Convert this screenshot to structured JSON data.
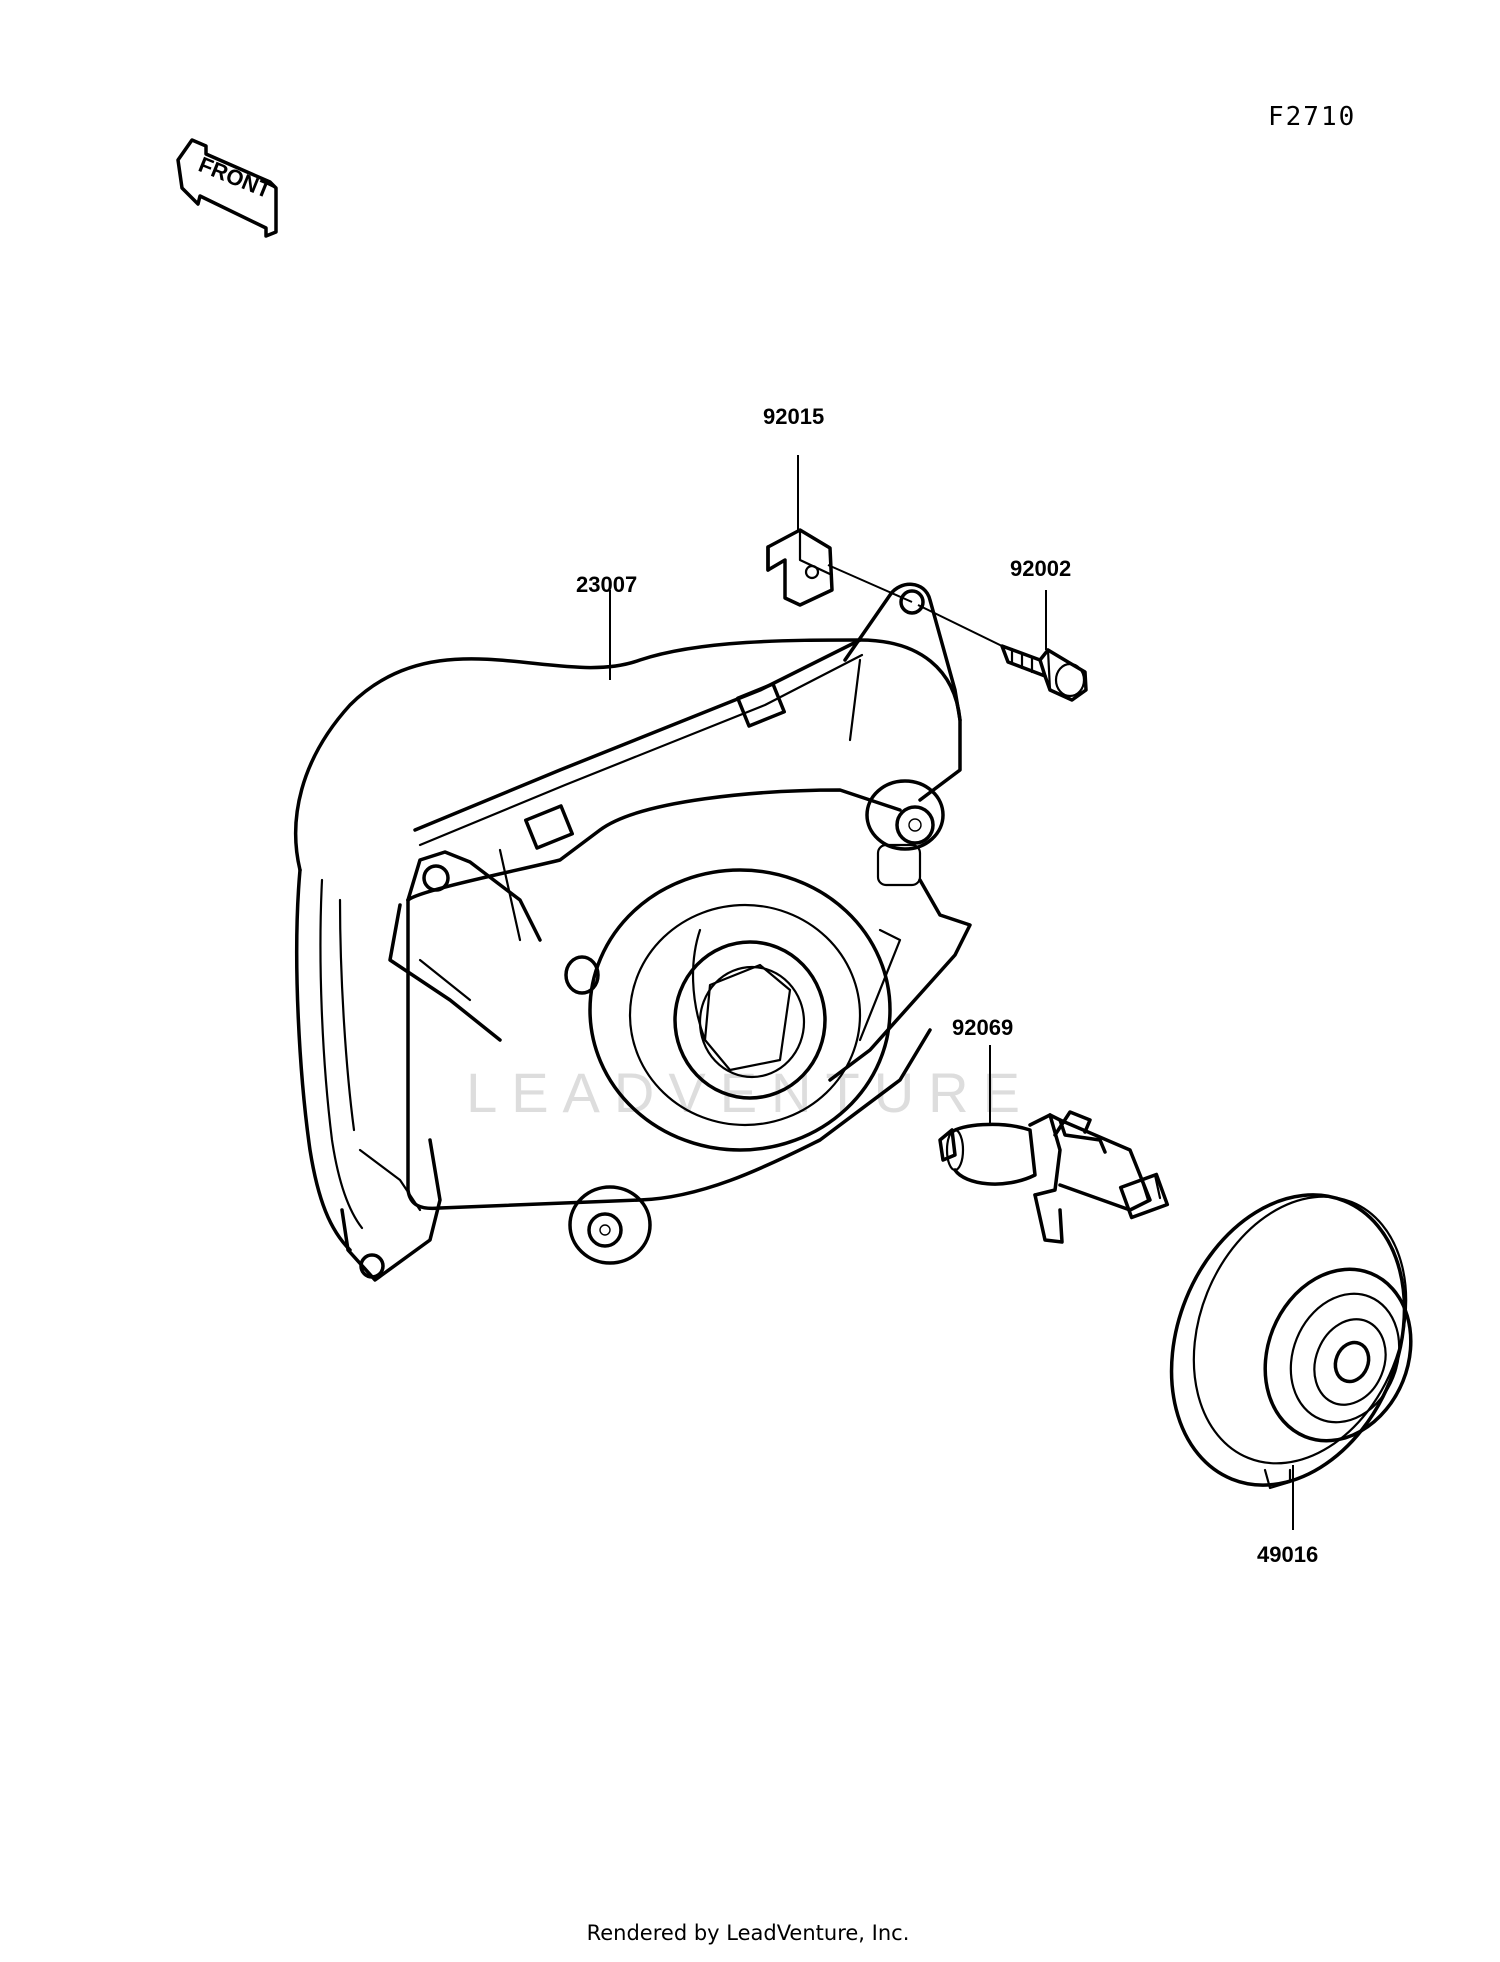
{
  "diagram_code": "F2710",
  "front_badge": "FRONT",
  "watermark": "LEADVENTURE",
  "parts": [
    {
      "id": "part-23007",
      "number": "23007"
    },
    {
      "id": "part-92015",
      "number": "92015"
    },
    {
      "id": "part-92002",
      "number": "92002"
    },
    {
      "id": "part-92069",
      "number": "92069"
    },
    {
      "id": "part-49016",
      "number": "49016"
    }
  ],
  "footer": "Rendered by LeadVenture, Inc.",
  "colors": {
    "line": "#000000",
    "background": "#ffffff",
    "watermark": "#dddddd"
  }
}
